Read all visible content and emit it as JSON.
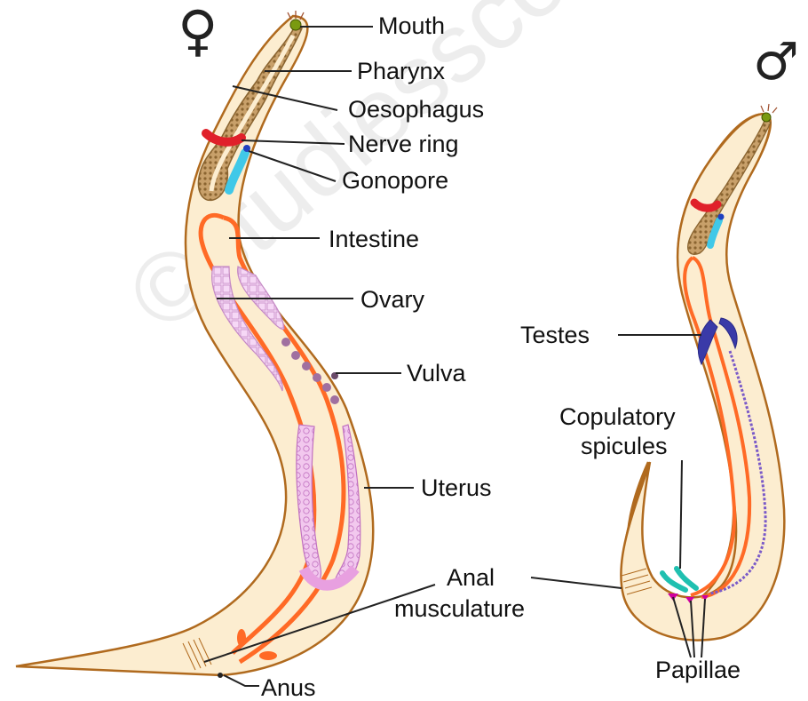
{
  "symbols": {
    "female": "♀",
    "male": "♂"
  },
  "watermark": "©studiesscore.com",
  "labels": {
    "mouth": "Mouth",
    "pharynx": "Pharynx",
    "oesophagus": "Oesophagus",
    "nerve_ring": "Nerve ring",
    "gonopore": "Gonopore",
    "intestine": "Intestine",
    "ovary": "Ovary",
    "vulva": "Vulva",
    "uterus": "Uterus",
    "anal_musculature_1": "Anal",
    "anal_musculature_2": "musculature",
    "anus": "Anus",
    "testes": "Testes",
    "copulatory_1": "Copulatory",
    "copulatory_2": "spicules",
    "papillae": "Papillae"
  },
  "colors": {
    "body_fill": "#fcedd0",
    "body_outline": "#b06a1e",
    "pharynx": "#a5804a",
    "nerve_ring": "#e0202a",
    "gonopore": "#40c8e8",
    "intestine": "#ff6a26",
    "ovary": "#f0c8f0",
    "uterus": "#e8a0e0",
    "vulva": "#a070a0",
    "testes": "#3a3aa8",
    "spicules": "#20c0b0",
    "papillae": "#d000a0"
  }
}
